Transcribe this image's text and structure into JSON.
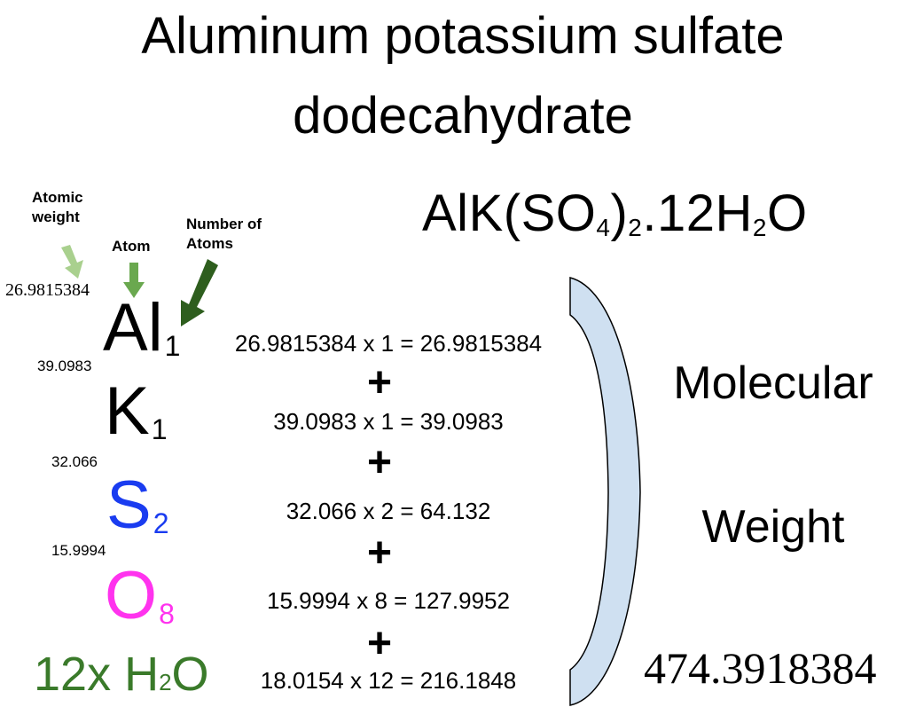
{
  "title": {
    "line1": "Aluminum potassium sulfate",
    "line2": "dodecahydrate"
  },
  "formula": {
    "parts": [
      "AlK(SO",
      "4",
      ")",
      "2",
      ".12H",
      "2",
      "O"
    ]
  },
  "legend": {
    "atomic_weight_label_1": "Atomic",
    "atomic_weight_label_2": "weight",
    "atom_label": "Atom",
    "number_of_atoms_label_1": "Number of",
    "number_of_atoms_label_2": "Atoms",
    "arrow_colors": {
      "atomic_weight": "#a9d08e",
      "atom": "#6aa84f",
      "number_of_atoms": "#2e5e1e"
    }
  },
  "elements": [
    {
      "symbol": "Al",
      "count": "1",
      "atomic_weight": "26.9815384",
      "color": "#000000",
      "calc": "26.9815384 x 1 = 26.9815384"
    },
    {
      "symbol": "K",
      "count": "1",
      "atomic_weight": "39.0983",
      "color": "#000000",
      "calc": "39.0983 x 1 = 39.0983"
    },
    {
      "symbol": "S",
      "count": "2",
      "atomic_weight": "32.066",
      "color": "#1a3cf0",
      "calc": "32.066 x 2 = 64.132"
    },
    {
      "symbol": "O",
      "count": "8",
      "atomic_weight": "15.9994",
      "color": "#ff33ee",
      "calc": "15.9994 x 8 = 127.9952"
    },
    {
      "symbol_prefix": "12x H",
      "symbol_sub": "2",
      "symbol_suffix": "O",
      "color": "#3a7a2a",
      "calc": "18.0154 x 12 = 216.1848"
    }
  ],
  "operators": {
    "plus": "+"
  },
  "result": {
    "label_line1": "Molecular",
    "label_line2": "Weight",
    "value": "474.3918384",
    "bracket_fill": "#cfe0f1"
  }
}
